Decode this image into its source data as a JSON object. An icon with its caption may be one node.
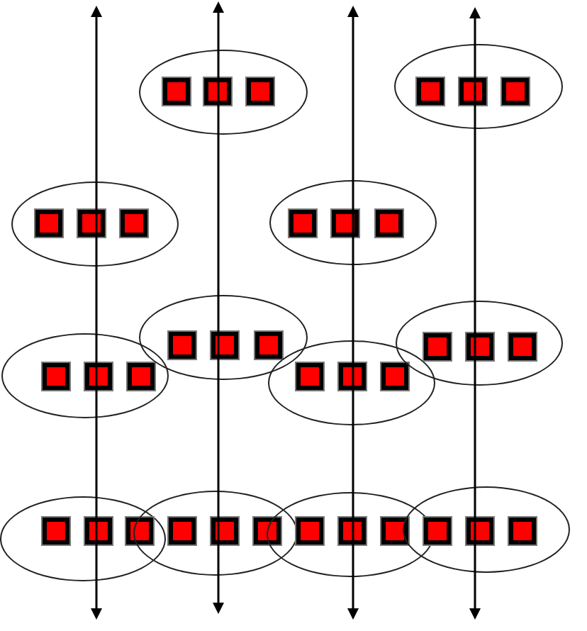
{
  "diagram": {
    "nodes": [
      {
        "text": [],
        "shape": "ellipse"
      },
      {
        "text": [],
        "shape": "square",
        "in": 0
      },
      {
        "text": [],
        "shape": "square",
        "in": 0
      },
      {
        "text": [],
        "shape": "square",
        "in": 0
      },
      {
        "text": [],
        "shape": "ellipse"
      },
      {
        "text": [],
        "shape": "square",
        "in": 4
      },
      {
        "text": [],
        "shape": "square",
        "in": 4
      },
      {
        "text": [],
        "shape": "square",
        "in": 4
      },
      {
        "text": [],
        "shape": "ellipse"
      },
      {
        "text": [],
        "shape": "square",
        "in": 8
      },
      {
        "text": [],
        "shape": "square",
        "in": 8
      },
      {
        "text": [],
        "shape": "square",
        "in": 8
      },
      {
        "text": [],
        "shape": "ellipse"
      },
      {
        "text": [],
        "shape": "square",
        "in": 12
      },
      {
        "text": [],
        "shape": "square",
        "in": 12
      },
      {
        "text": [],
        "shape": "square",
        "in": 12
      },
      {
        "text": [],
        "shape": "ellipse"
      },
      {
        "text": [],
        "shape": "square",
        "in": 16
      },
      {
        "text": [],
        "shape": "square",
        "in": 16
      },
      {
        "text": [],
        "shape": "square",
        "in": 16
      },
      {
        "text": [],
        "shape": "ellipse"
      },
      {
        "text": [],
        "shape": "square",
        "in": 20
      },
      {
        "text": [],
        "shape": "square",
        "in": 20
      },
      {
        "text": [],
        "shape": "square",
        "in": 20
      },
      {
        "text": [],
        "shape": "ellipse"
      },
      {
        "text": [],
        "shape": "square",
        "in": 24
      },
      {
        "text": [],
        "shape": "square",
        "in": 24
      },
      {
        "text": [],
        "shape": "square",
        "in": 24
      },
      {
        "text": [],
        "shape": "ellipse"
      },
      {
        "text": [],
        "shape": "square",
        "in": 28
      },
      {
        "text": [],
        "shape": "square",
        "in": 28
      },
      {
        "text": [],
        "shape": "square",
        "in": 28
      },
      {
        "text": [],
        "shape": "ellipse"
      },
      {
        "text": [],
        "shape": "square",
        "in": 32
      },
      {
        "text": [],
        "shape": "square",
        "in": 32
      },
      {
        "text": [],
        "shape": "square",
        "in": 32
      },
      {
        "text": [],
        "shape": "ellipse"
      },
      {
        "text": [],
        "shape": "square",
        "in": 36
      },
      {
        "text": [],
        "shape": "square",
        "in": 36
      },
      {
        "text": [],
        "shape": "square",
        "in": 36
      },
      {
        "text": [],
        "shape": "ellipse"
      },
      {
        "text": [],
        "shape": "square",
        "in": 40
      },
      {
        "text": [],
        "shape": "square",
        "in": 40
      },
      {
        "text": [],
        "shape": "square",
        "in": 40
      },
      {
        "text": [],
        "shape": "ellipse"
      },
      {
        "text": [],
        "shape": "square",
        "in": 44
      },
      {
        "text": [],
        "shape": "square",
        "in": 44
      },
      {
        "text": [],
        "shape": "square",
        "in": 44
      }
    ]
  }
}
